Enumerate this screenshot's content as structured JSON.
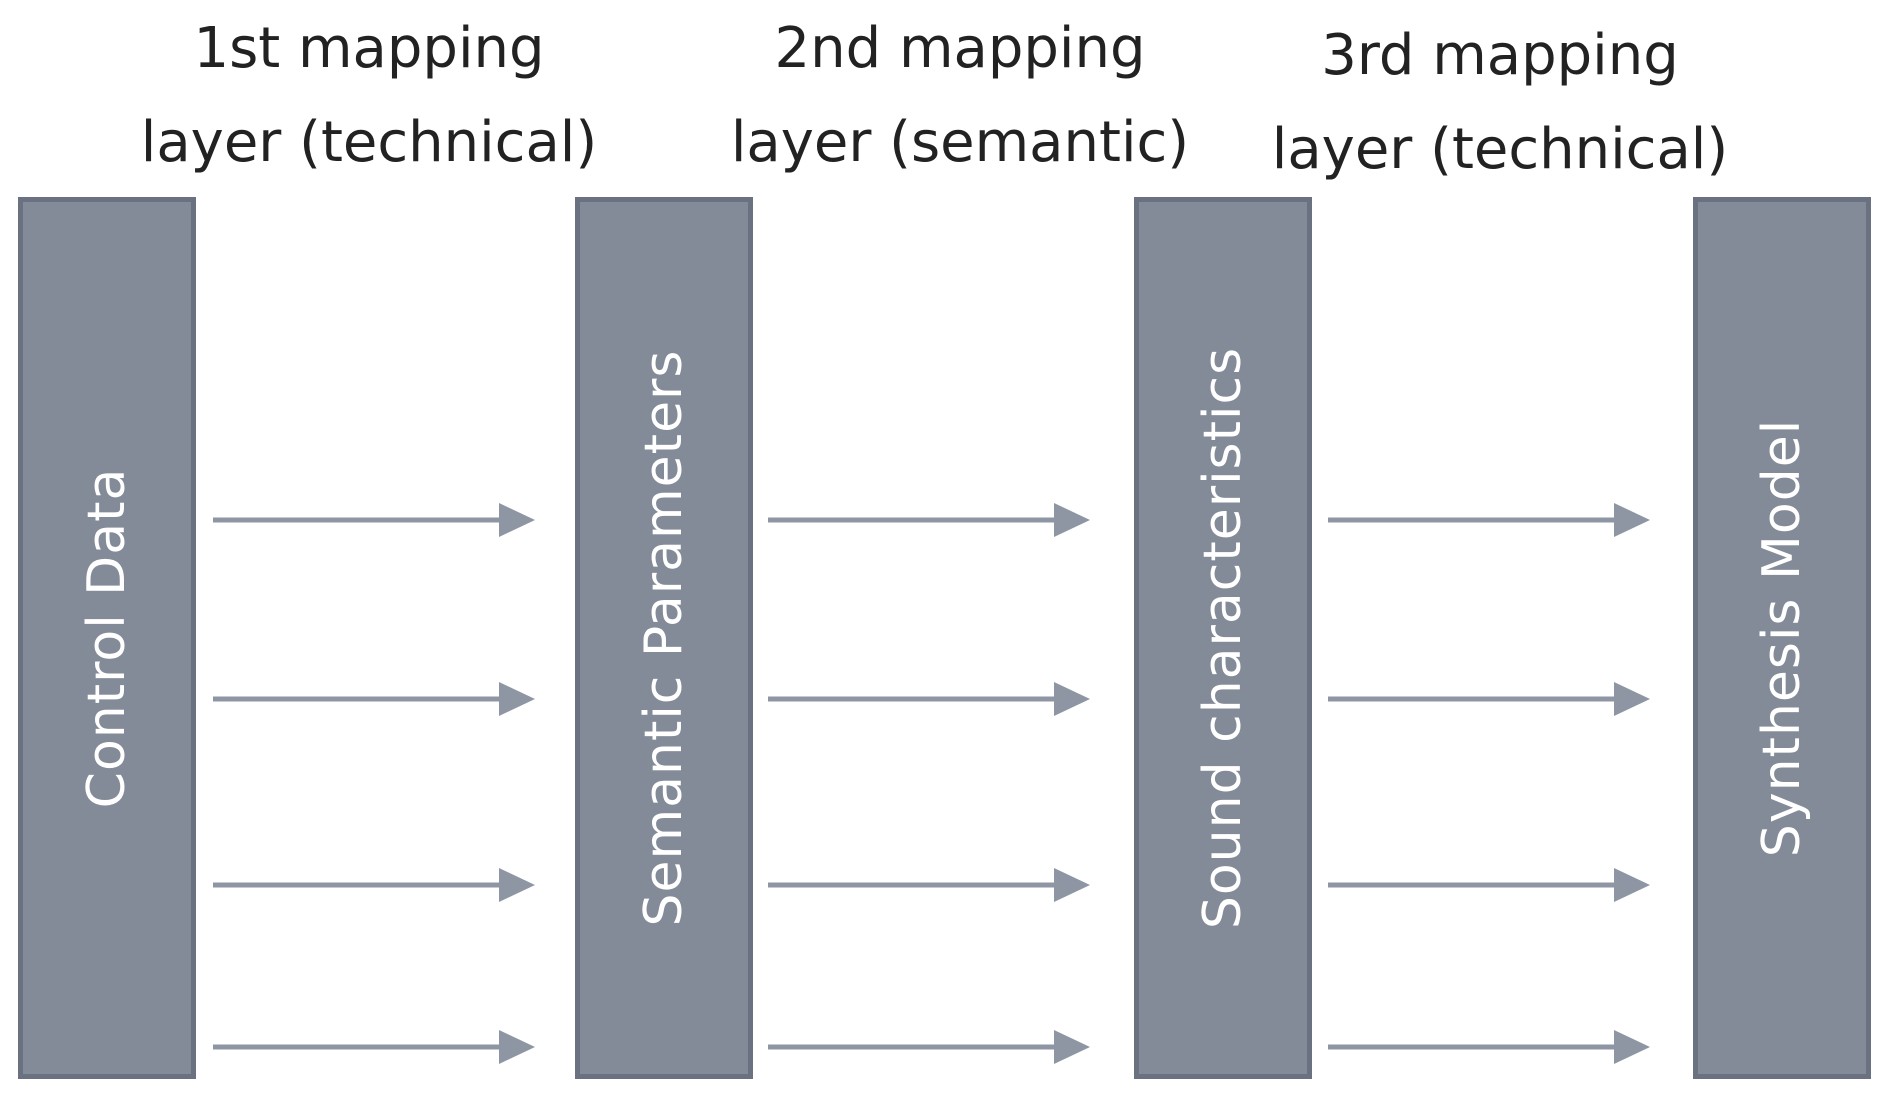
{
  "diagram": {
    "layers": [
      {
        "line1": "1st mapping",
        "line2": "layer (technical)"
      },
      {
        "line1": "2nd mapping",
        "line2": "layer (semantic)"
      },
      {
        "line1": "3rd mapping",
        "line2": "layer (technical)"
      }
    ],
    "stages": [
      {
        "label": "Control Data"
      },
      {
        "label": "Semantic Parameters"
      },
      {
        "label": "Sound characteristics"
      },
      {
        "label": "Synthesis Model"
      }
    ],
    "arrows_per_gap": 4,
    "colors": {
      "box_fill": "#838b99",
      "box_border": "#6a7180",
      "arrow": "#8e96a3",
      "text": "#222222"
    }
  }
}
